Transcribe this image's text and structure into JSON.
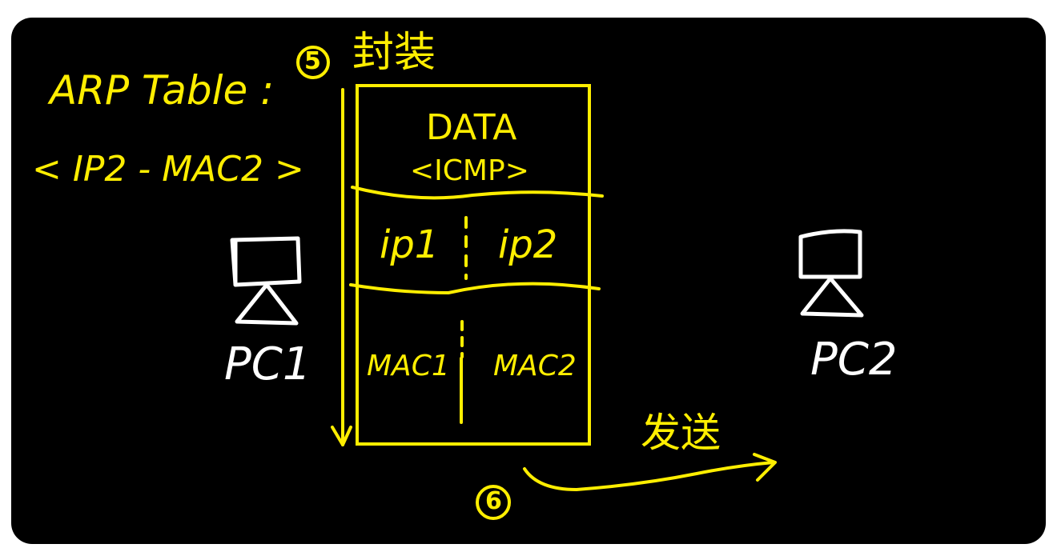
{
  "colors": {
    "background": "#000000",
    "ink_yellow": "#ffee00",
    "ink_white": "#ffffff"
  },
  "arp_table": {
    "title": "ARP Table :",
    "entry": "< IP2 - MAC2 >"
  },
  "step5": {
    "number": "5",
    "label": "封装"
  },
  "step6": {
    "number": "6",
    "label": "发送"
  },
  "frame": {
    "data_label": "DATA",
    "data_sub": "<ICMP>",
    "ip_src": "ip1",
    "ip_dst": "ip2",
    "mac_src": "MAC1",
    "mac_dst": "MAC2"
  },
  "pc1": {
    "label": "PC1",
    "icon": "computer-icon"
  },
  "pc2": {
    "label": "PC2",
    "icon": "computer-icon"
  }
}
